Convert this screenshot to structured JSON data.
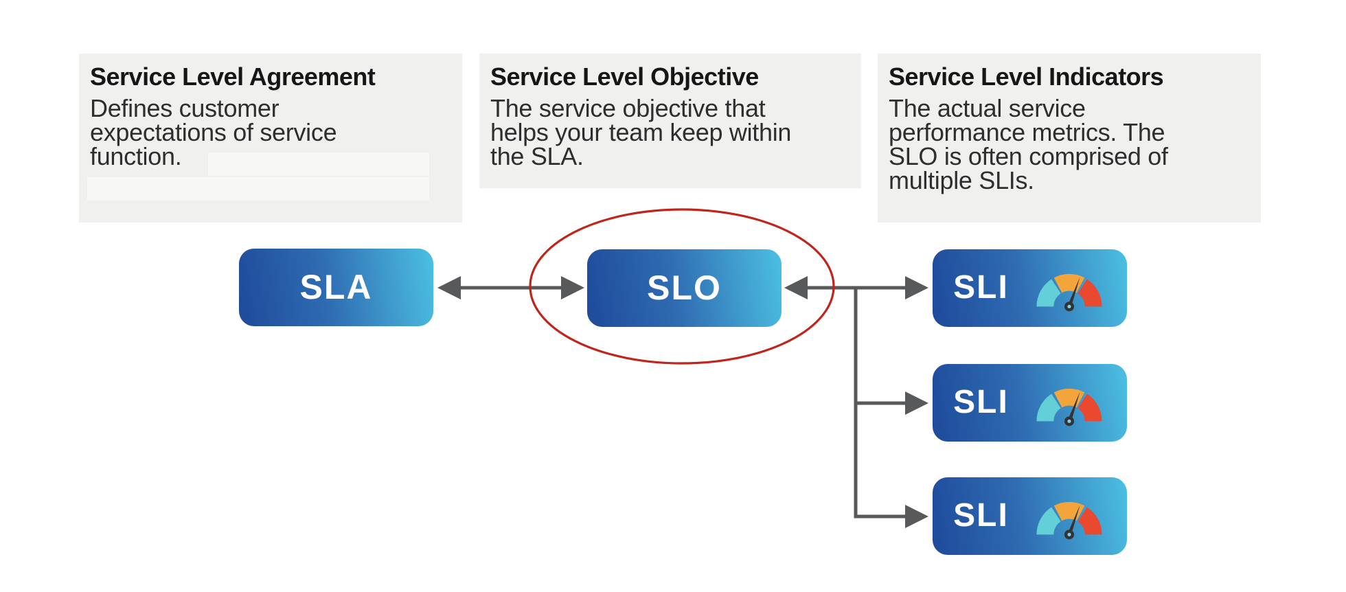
{
  "cards": [
    {
      "title": "Service Level Agreement",
      "body": "Defines customer\nexpectations of service\nfunction."
    },
    {
      "title": "Service Level Objective",
      "body": "The service objective that\nhelps your team keep within\nthe SLA."
    },
    {
      "title": "Service Level Indicators",
      "body": "The actual service\nperformance metrics. The\nSLO is often comprised of\nmultiple SLIs."
    }
  ],
  "nodes": {
    "sla": {
      "label": "SLA"
    },
    "slo": {
      "label": "SLO",
      "annotation": "circled-in-red"
    },
    "sli1": {
      "label": "SLI"
    },
    "sli2": {
      "label": "SLI"
    },
    "sli3": {
      "label": "SLI"
    }
  },
  "colors": {
    "card_bg": "#f0f0ef",
    "card_patch": "#f7f7f6",
    "node_gradient_start": "#1e4a9a",
    "node_gradient_end": "#4cc0e2",
    "node_text": "#ffffff",
    "arrow": "#58595b",
    "highlight_ellipse": "#c0241b",
    "gauge_teal": "#63cfd6",
    "gauge_orange": "#f3a43b",
    "gauge_red": "#e8492f",
    "gauge_needle": "#333333"
  }
}
